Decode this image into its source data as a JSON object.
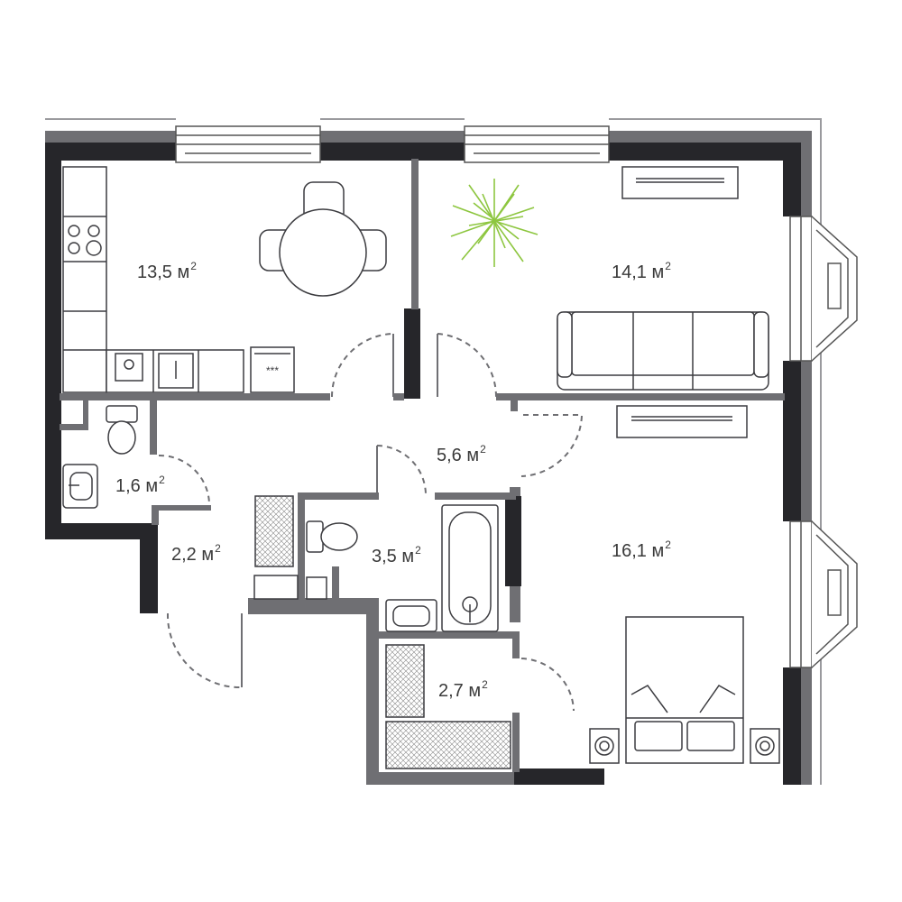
{
  "rooms": [
    {
      "id": "kitchen",
      "area": "13,5 м",
      "sup": "2"
    },
    {
      "id": "living",
      "area": "14,1 м",
      "sup": "2"
    },
    {
      "id": "wc",
      "area": "1,6 м",
      "sup": "2"
    },
    {
      "id": "hall",
      "area": "5,6 м",
      "sup": "2"
    },
    {
      "id": "entrance",
      "area": "2,2 м",
      "sup": "2"
    },
    {
      "id": "bathroom",
      "area": "3,5 м",
      "sup": "2"
    },
    {
      "id": "bedroom",
      "area": "16,1 м",
      "sup": "2"
    },
    {
      "id": "wardrobe",
      "area": "2,7 м",
      "sup": "2"
    }
  ],
  "colors": {
    "wall_dark": "#26262a",
    "wall_gray": "#6f6f73",
    "line": "#3c3c40",
    "plant": "#8dc63f"
  }
}
